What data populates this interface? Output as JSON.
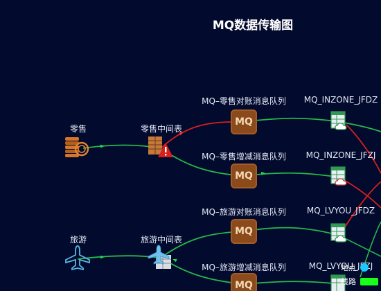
{
  "title": "MQ数据传输图",
  "colors": {
    "background": "#020a2e",
    "flow_green": "#27b84a",
    "flow_red": "#d61f1f",
    "mq_box": "#8a4a1c",
    "legend_site": "#1ec8ff",
    "legend_route": "#1aff1a"
  },
  "nodes": {
    "retail": {
      "label": "零售",
      "icon": "coin-stack-icon"
    },
    "retail_mid": {
      "label": "零售中间表",
      "icon": "table-warning-icon"
    },
    "travel": {
      "label": "旅游",
      "icon": "airplane-icon"
    },
    "travel_mid": {
      "label": "旅游中间表",
      "icon": "table-airplane-icon"
    },
    "mq1": {
      "label": "MQ–零售对账消息队列",
      "text": "MQ",
      "icon": "message-queue-icon"
    },
    "mq2": {
      "label": "MQ–零售增减消息队列",
      "text": "MQ",
      "icon": "message-queue-icon"
    },
    "mq3": {
      "label": "MQ–旅游对账消息队列",
      "text": "MQ",
      "icon": "message-queue-icon"
    },
    "mq4": {
      "label": "MQ–旅游增减消息队列",
      "text": "MQ",
      "icon": "message-queue-icon"
    },
    "t1": {
      "label": "MQ_INZONE_JFDZ",
      "icon": "spreadsheet-cloud-icon"
    },
    "t2": {
      "label": "MQ_INZONE_JFZJ",
      "icon": "spreadsheet-cloud-icon"
    },
    "t3": {
      "label": "MQ_LVYOU_JFDZ",
      "icon": "spreadsheet-cloud-icon"
    },
    "t4": {
      "label": "MQ_LVYOU_JFZJ",
      "icon": "spreadsheet-cloud-icon"
    }
  },
  "legend": [
    {
      "label": "地点",
      "color": "#1ec8ff"
    },
    {
      "label": "线路",
      "color": "#1aff1a"
    }
  ]
}
